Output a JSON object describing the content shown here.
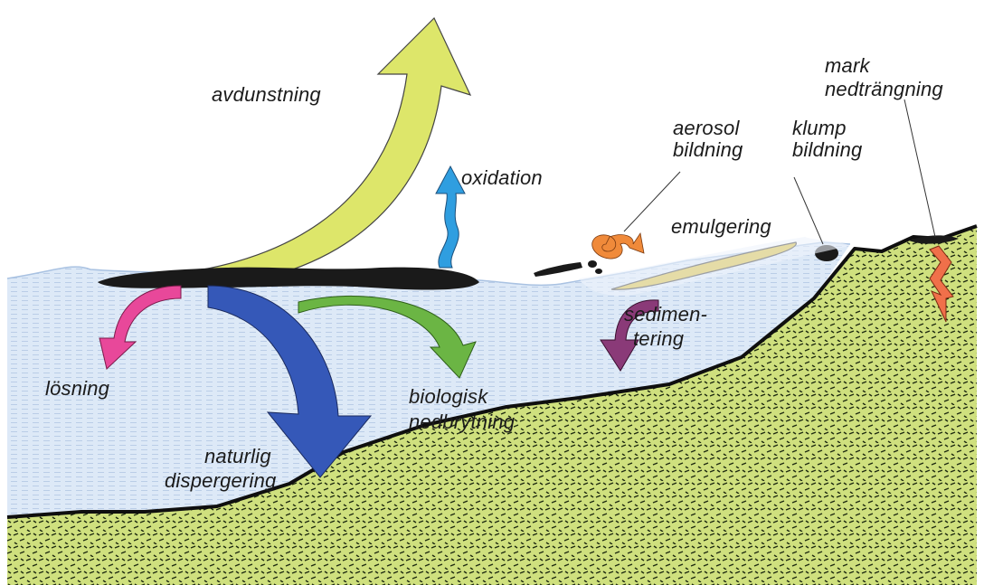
{
  "diagram": {
    "labels": {
      "avdunstning": "avdunstning",
      "oxidation": "oxidation",
      "aerosol_line1": "aerosol",
      "aerosol_line2": "bildning",
      "klump_line1": "klump",
      "klump_line2": "bildning",
      "mark_line1": "mark",
      "mark_line2": "nedträngning",
      "emulgering": "emulgering",
      "sedimentering_line1": "sedimen-",
      "sedimentering_line2": "tering",
      "losning": "lösning",
      "biologisk_line1": "biologisk",
      "biologisk_line2": "nedbrytning",
      "naturlig_line1": "naturlig",
      "naturlig_line2": "dispergering"
    },
    "colors": {
      "water": "#dde9f7",
      "water_lines": "#b9cce6",
      "ground": "#cfe07e",
      "ground_marks": "#1e2a10",
      "oil": "#1a1a1a",
      "avdunstning_arrow": "#dde66a",
      "oxidation_arrow": "#2f9ee0",
      "aerosol_swirl": "#f08a3a",
      "emulsion": "#d8b92a",
      "sedimentation_arrow": "#8a3a78",
      "losning_arrow": "#e8489a",
      "biological_arrow": "#6bb544",
      "dispersion_arrow": "#3558b8",
      "penetration_arrow": "#f0704a"
    }
  }
}
